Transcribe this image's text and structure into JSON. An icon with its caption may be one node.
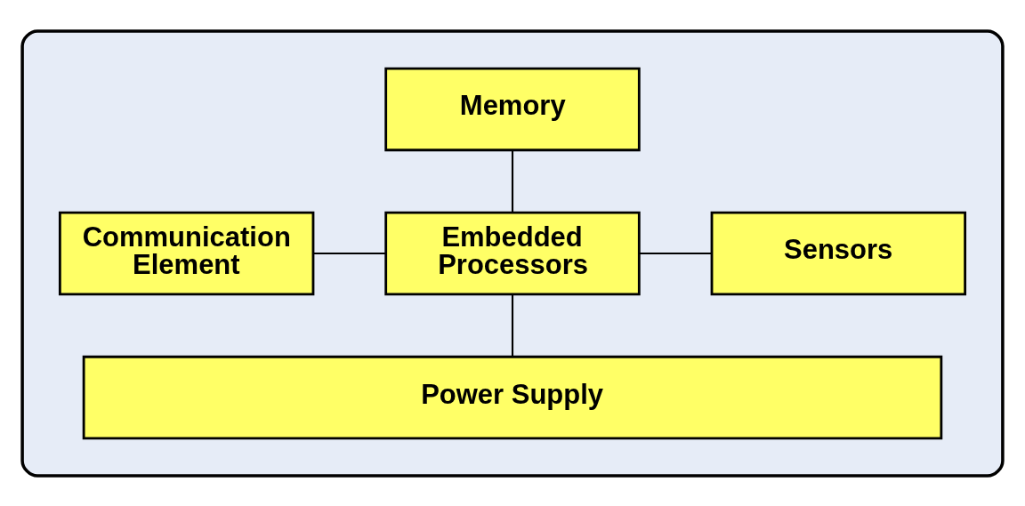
{
  "diagram": {
    "nodes": [
      {
        "text": [],
        "shape": "box"
      },
      {
        "text": [
          "Memory"
        ],
        "in": 0
      },
      {
        "text": [
          "Communication Element"
        ],
        "in": 0
      },
      {
        "text": [
          "Embedded Processors"
        ],
        "in": 0
      },
      {
        "text": [
          "Sensors"
        ],
        "in": 0
      },
      {
        "text": [
          "Power Supply"
        ],
        "in": 0
      }
    ],
    "edges": [
      {
        "from": 1,
        "to": 3,
        "arrow": "none"
      },
      {
        "from": 2,
        "to": 3,
        "arrow": "none"
      },
      {
        "from": 3,
        "to": 4,
        "arrow": "none"
      },
      {
        "from": 3,
        "to": 5,
        "arrow": "none"
      }
    ]
  }
}
